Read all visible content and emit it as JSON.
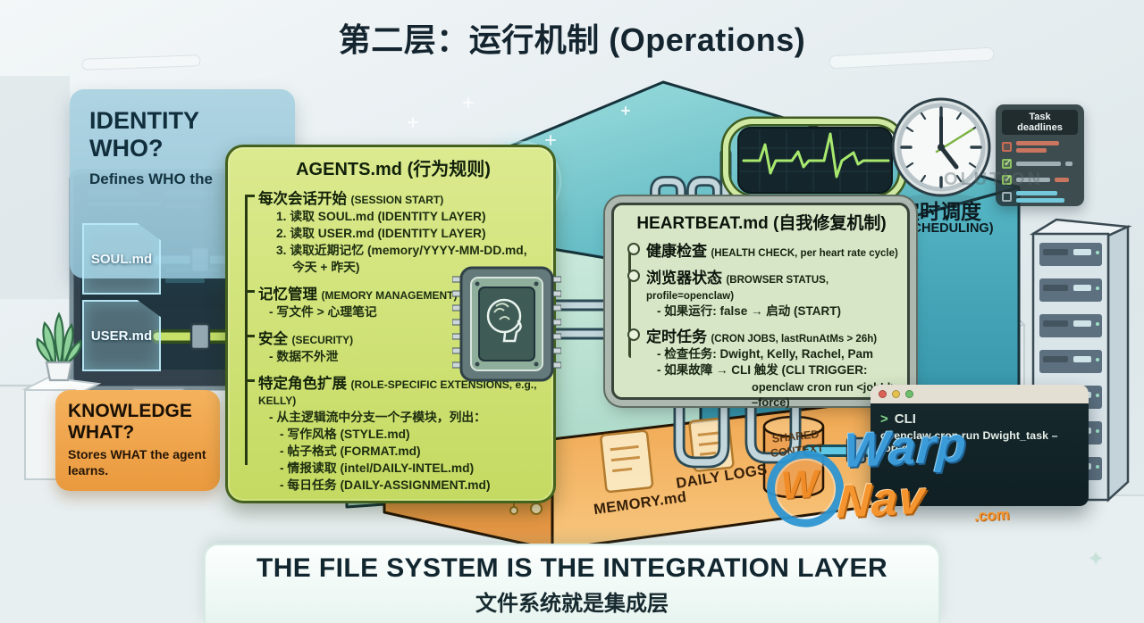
{
  "title": "第二层：运行机制  (Operations)",
  "identity_card": {
    "line1": "IDENTITY",
    "line2": "WHO?",
    "desc_prefix": "Defines ",
    "desc_bold": "WHO",
    "desc_suffix": " the"
  },
  "knowledge_card": {
    "line1": "KNOWLEDGE",
    "line2": "WHAT?",
    "desc_prefix": "Stores ",
    "desc_bold": "WHAT",
    "desc_suffix": " the agent learns."
  },
  "files": {
    "soul": "SOUL.md",
    "user": "USER.md"
  },
  "agents": {
    "title": "AGENTS.md (行为规则)",
    "sections": [
      {
        "zh": "每次会话开始",
        "en": "(SESSION START)",
        "items": [
          "1. 读取 SOUL.md (IDENTITY LAYER)",
          "2. 读取 USER.md (IDENTITY LAYER)",
          "3. 读取近期记忆 (memory/YYYY-MM-DD.md,",
          "今天 + 昨天)"
        ]
      },
      {
        "zh": "记忆管理",
        "en": "(MEMORY MANAGEMENT)",
        "items": [
          "- 写文件 > 心理笔记"
        ]
      },
      {
        "zh": "安全",
        "en": "(SECURITY)",
        "items": [
          "- 数据不外泄"
        ]
      },
      {
        "zh": "特定角色扩展",
        "en": "(ROLE-SPECIFIC EXTENSIONS, e.g., KELLY)",
        "items": [
          "- 从主逻辑流中分支一个子模块，列出：",
          "- 写作风格 (STYLE.md)",
          "- 帖子格式 (FORMAT.md)",
          "- 情报读取 (intel/DAILY-INTEL.md)",
          "- 每日任务 (DAILY-ASSIGNMENT.md)"
        ]
      }
    ]
  },
  "heartbeat": {
    "title": "HEARTBEAT.md (自我修复机制)",
    "sections": [
      {
        "zh": "健康检查",
        "en": "(HEALTH CHECK, per heart rate cycle)",
        "items": []
      },
      {
        "zh": "浏览器状态",
        "en": "(BROWSER STATUS, profile=openclaw)",
        "items": [
          "- 如果运行: false  →  启动 (START)"
        ]
      },
      {
        "zh": "定时任务",
        "en": "(CRON JOBS, lastRunAtMs > 26h)",
        "items": [
          "- 检查任务: Dwight, Kelly, Rachel, Pam",
          "- 如果故障 → CLI 触发 (CLI TRIGGER:",
          "openclaw cron run <jobId> –force)"
        ]
      }
    ]
  },
  "scheduling": {
    "zh": "定时调度",
    "en": "(SCHEDULING)"
  },
  "task_panel": {
    "title": "Task deadlines"
  },
  "watermark": "OLUTION",
  "storage": {
    "memory": "MEMORY.md",
    "daily_logs": "DAILY LOGS",
    "db_line1": "SHARED",
    "db_line2": "CONTEXT"
  },
  "cli": {
    "prompt_symbol": ">",
    "prompt_label": "CLI",
    "command": "openclaw cron run Dwight_task –force"
  },
  "logo": {
    "monogram": "W",
    "word1": "Warp",
    "word2": "Nav",
    "suffix": ".com"
  },
  "banner": {
    "line1": "THE FILE SYSTEM IS THE INTEGRATION LAYER",
    "line2": "文件系统就是集成层"
  },
  "colors": {
    "agents_fill": "#cfe178",
    "agents_border": "#44611e",
    "heartbeat_fill": "#d6e6c6",
    "identity_fill": "#a5cdd9",
    "knowledge_fill": "#f0a952",
    "cube_teal": "#58b8c4",
    "orange_layer": "#eb9a45",
    "ekg_green": "#a8e86e",
    "accent_blue": "#3b9ad8",
    "accent_orange": "#f5952f"
  }
}
